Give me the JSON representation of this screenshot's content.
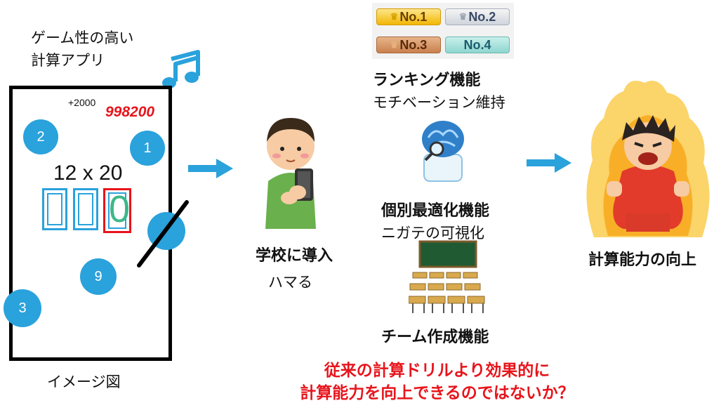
{
  "app": {
    "title_line1": "ゲーム性の高い",
    "title_line2": "計算アプリ",
    "bonus": "+2000",
    "score": "998200",
    "problem": "12 x 20",
    "answer_digit": "0",
    "bubbles": [
      "2",
      "1",
      "9",
      "3"
    ],
    "caption": "イメージ図",
    "icons": [
      "music-note-icon"
    ]
  },
  "school": {
    "line1": "学校に導入",
    "line2": "ハマる",
    "icon": "boy-with-smartphone-icon"
  },
  "features": {
    "ranking_badges": [
      "No.1",
      "No.2",
      "No.3",
      "No.4"
    ],
    "ranking_title": "ランキング機能",
    "ranking_desc": "モチベーション維持",
    "ai_title": "個別最適化機能",
    "ai_desc": "ニガテの可視化",
    "team_title": "チーム作成機能",
    "icons": [
      "crown-icon",
      "ai-brain-icon",
      "classroom-icon"
    ]
  },
  "result": {
    "label": "計算能力の向上",
    "icon": "powered-up-person-icon"
  },
  "conclusion": {
    "line1": "従来の計算ドリルより効果的に",
    "line2": "計算能力を向上できるのではないか？"
  },
  "colors": {
    "accent_blue": "#2aa2dc",
    "score_red": "#e8141b",
    "conclusion_red": "#e8141b",
    "fire": "#f7a81b"
  }
}
